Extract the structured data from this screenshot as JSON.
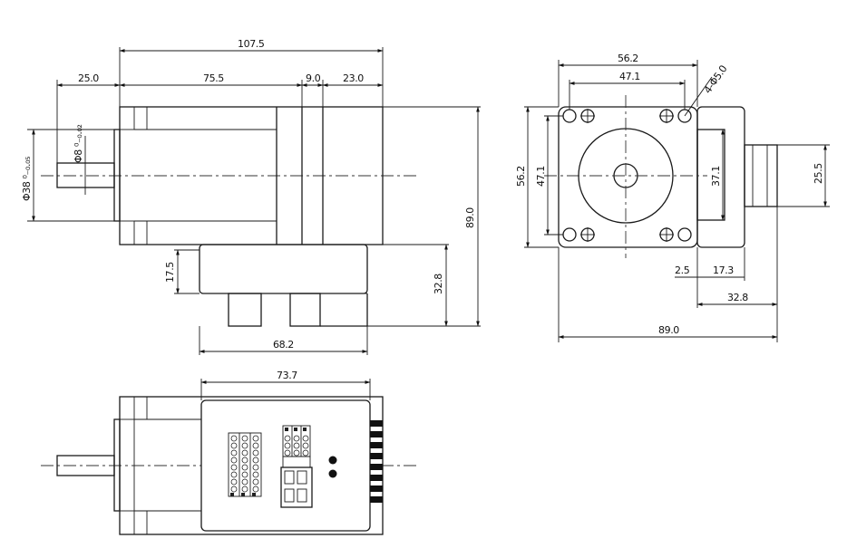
{
  "dimensions": {
    "overall_length": "107.5",
    "shaft_length": "25.0",
    "motor_body": "75.5",
    "flange_gap": "9.0",
    "rear_section": "23.0",
    "pilot_diameter": "Φ38 ⁰₋₀.₀₅",
    "shaft_diameter": "Φ8 ⁰₋₀.₀₂",
    "total_height": "89.0",
    "driver_offset": "17.5",
    "driver_height": "32.8",
    "driver_length": "68.2",
    "top_view_length": "73.7",
    "flange_width": "56.2",
    "hole_spacing": "47.1",
    "mount_holes": "4-Φ5.0",
    "flange_height": "56.2",
    "hole_spacing_v": "47.1",
    "connector_width": "37.1",
    "connector_depth": "25.5",
    "gap_small": "2.5",
    "connector_offset": "17.3",
    "driver_depth": "32.8",
    "end_view_total": "89.0"
  }
}
